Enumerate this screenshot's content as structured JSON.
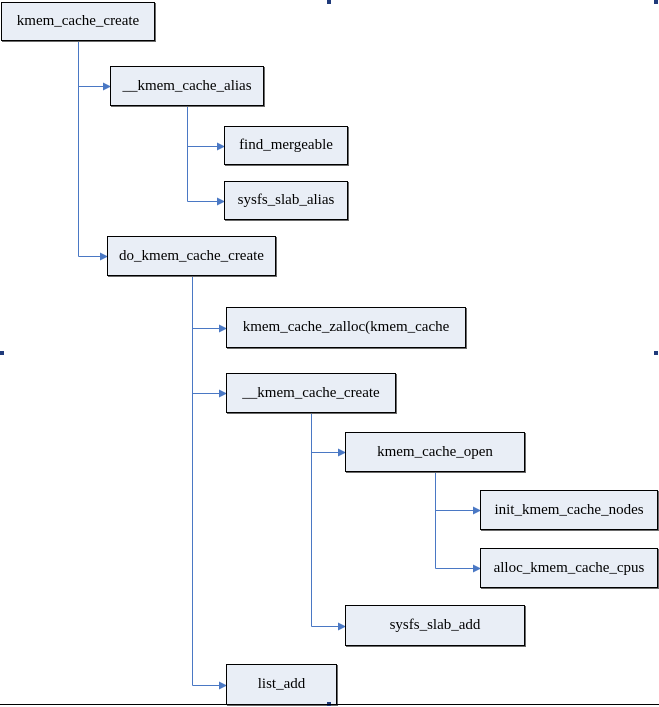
{
  "diagram": {
    "line_color": "#4a78c4",
    "box_fill": "#e9eef6",
    "box_border": "#000000",
    "handle_color": "#1f3a7a",
    "nodes": {
      "kmem_cache_create": "kmem_cache_create",
      "__kmem_cache_alias": "__kmem_cache_alias",
      "find_mergeable": "find_mergeable",
      "sysfs_slab_alias": "sysfs_slab_alias",
      "do_kmem_cache_create": "do_kmem_cache_create",
      "kmem_cache_zalloc": "kmem_cache_zalloc(kmem_cache",
      "__kmem_cache_create": "__kmem_cache_create",
      "kmem_cache_open": "kmem_cache_open",
      "init_kmem_cache_nodes": "init_kmem_cache_nodes",
      "alloc_kmem_cache_cpus": "alloc_kmem_cache_cpus",
      "sysfs_slab_add": "sysfs_slab_add",
      "list_add": "list_add"
    },
    "edges": [
      {
        "from": "kmem_cache_create",
        "to": "__kmem_cache_alias"
      },
      {
        "from": "kmem_cache_create",
        "to": "do_kmem_cache_create"
      },
      {
        "from": "__kmem_cache_alias",
        "to": "find_mergeable"
      },
      {
        "from": "__kmem_cache_alias",
        "to": "sysfs_slab_alias"
      },
      {
        "from": "do_kmem_cache_create",
        "to": "kmem_cache_zalloc"
      },
      {
        "from": "do_kmem_cache_create",
        "to": "__kmem_cache_create"
      },
      {
        "from": "do_kmem_cache_create",
        "to": "list_add"
      },
      {
        "from": "__kmem_cache_create",
        "to": "kmem_cache_open"
      },
      {
        "from": "__kmem_cache_create",
        "to": "sysfs_slab_add"
      },
      {
        "from": "kmem_cache_open",
        "to": "init_kmem_cache_nodes"
      },
      {
        "from": "kmem_cache_open",
        "to": "alloc_kmem_cache_cpus"
      }
    ]
  }
}
